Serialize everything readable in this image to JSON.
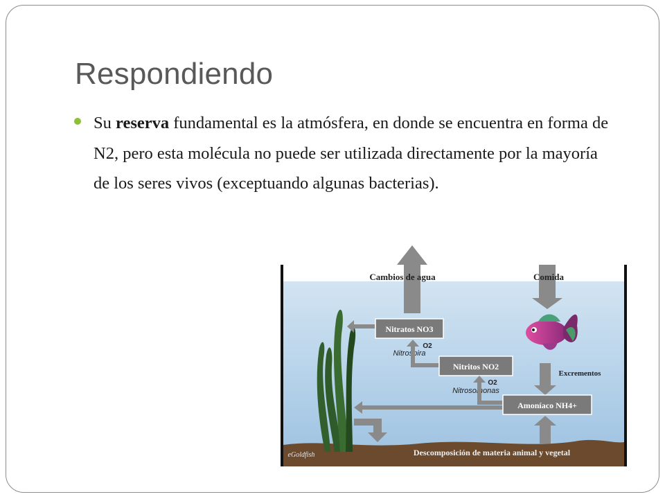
{
  "slide": {
    "title": "Respondiendo",
    "bullet": {
      "prefix": "Su ",
      "bold": "reserva",
      "rest": " fundamental es la atmósfera, en donde se encuentra en forma de N2, pero esta molécula no puede ser utilizada directamente por la mayoría de los seres vivos (exceptuando algunas bacterias)."
    }
  },
  "diagram": {
    "labels": {
      "cambios": "Cambios de agua",
      "comida": "Comida",
      "nitratos": "Nitratos NO3",
      "o2_a": "O2",
      "nitrospira": "Nitrospira",
      "nitritos": "Nitritos NO2",
      "o2_b": "O2",
      "nitrosomonas": "Nitrosomonas",
      "excrementos": "Excrementos",
      "amoniaco": "Amoníaco NH4+",
      "descomposicion": "Descomposición de materia animal y vegetal",
      "logo": "eGoldfish"
    },
    "colors": {
      "water_top": "#c9deef",
      "water_bottom": "#9fc3e2",
      "box": "#7a7a7a",
      "arrow": "#8a8a8a",
      "sand": "#6b4a2e",
      "plant": "#2f5a2a",
      "fish": "#c8338a"
    }
  }
}
